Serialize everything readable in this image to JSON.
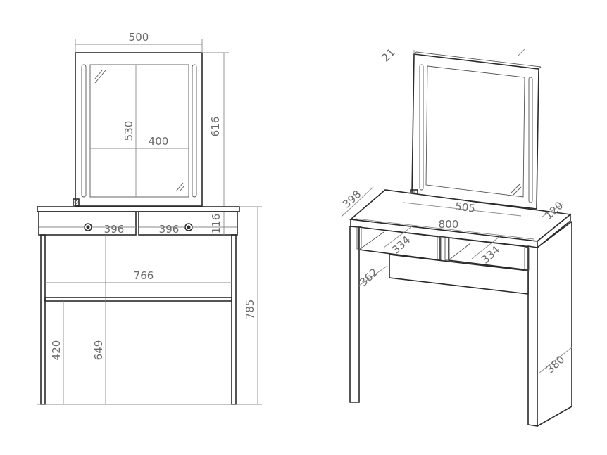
{
  "front_view": {
    "mirror_width": "500",
    "mirror_height": "616",
    "glass_height": "530",
    "glass_width": "400",
    "drawer_left_width": "396",
    "drawer_right_width": "396",
    "drawer_height": "116",
    "inner_width": "766",
    "total_height": "785",
    "rail_height": "420",
    "leg_clearance": "649"
  },
  "perspective_view": {
    "mirror_thickness": "21",
    "depth": "398",
    "mirror_base_width": "505",
    "mirror_base_depth": "120",
    "width": "800",
    "drawer_left_depth": "334",
    "drawer_right_depth": "334",
    "knee_depth": "362",
    "side_depth": "380"
  }
}
